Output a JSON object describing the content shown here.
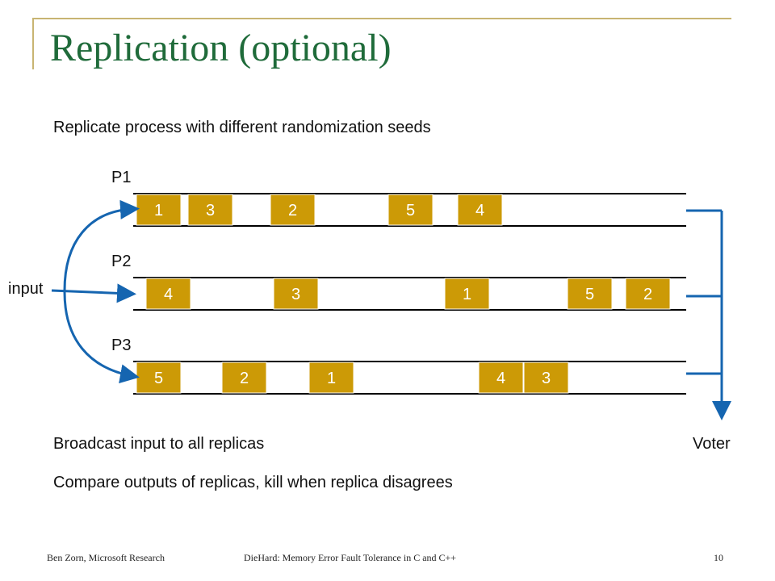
{
  "slide": {
    "title": "Replication (optional)",
    "subtitle": "Replicate process with different randomization seeds",
    "broadcast_text": "Broadcast input to all replicas",
    "compare_text": "Compare outputs of replicas, kill when replica disagrees",
    "input_label": "input",
    "voter_label": "Voter"
  },
  "processes": [
    {
      "label": "P1",
      "blocks": [
        "1",
        "3",
        "2",
        "5",
        "4"
      ]
    },
    {
      "label": "P2",
      "blocks": [
        "4",
        "3",
        "1",
        "5",
        "2"
      ]
    },
    {
      "label": "P3",
      "blocks": [
        "5",
        "2",
        "1",
        "4",
        "3"
      ]
    }
  ],
  "footer": {
    "author": "Ben Zorn, Microsoft Research",
    "talk": "DieHard: Memory Error Fault Tolerance in C and C++",
    "page": "10"
  },
  "colors": {
    "title": "#1f6b3a",
    "block_fill": "#cc9a06",
    "arrow": "#1565b0",
    "frame": "#c8b472"
  }
}
